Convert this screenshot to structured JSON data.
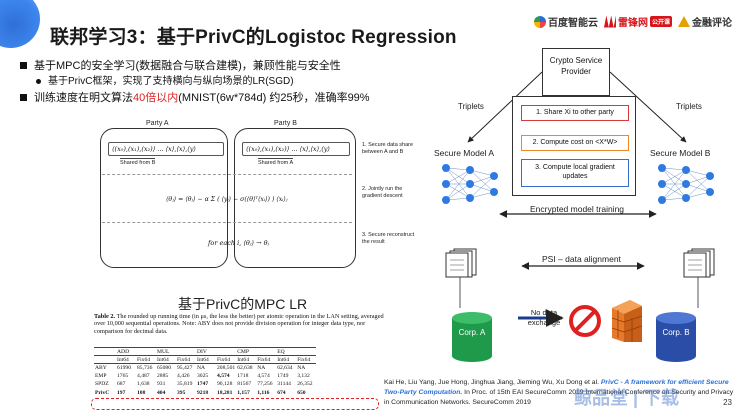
{
  "title": "联邦学习3：基于PrivC的Logistoc Regression",
  "logos": {
    "baidu": "百度智能云",
    "leifeng": "雷锋网",
    "leifeng_tag": "公开课",
    "jinrong": "金融评论"
  },
  "bullets": {
    "b1": "基于MPC的安全学习(数据融合与联合建模)，兼顾性能与安全性",
    "b2": "基于PrivC框架，实现了支持横向与纵向场景的LR(SGD)",
    "b3_pre": "训练速度在明文算法",
    "b3_red": "40倍以内",
    "b3_post": "(MNIST(6w*784d) 约25秒，准确率99%"
  },
  "party": {
    "party_a": "Party A",
    "party_b": "Party B",
    "eq1_a": "⟨(x₀),(x₁),(x₂)⟩ ... ⟨x⟩,⟨x⟩,⟨y⟩",
    "eq1_b": "⟨(x₀),(x₁),(x₂)⟩ ... ⟨x⟩,⟨x⟩,⟨y⟩",
    "shared_a": "Shared from B",
    "shared_b": "Shared from A",
    "eq2": "⟨θⱼ⟩ = ⟨θⱼ⟩ − α Σ ( ⟨yᵢ⟩ − σ(⟨θ⟩ᵀ⟨xᵢ⟩) ) ⟨xᵢ⟩ⱼ",
    "eq3": "for each i, ⟨θⱼ⟩ → θⱼ",
    "step1": "1. Secure data share between A and B",
    "step2": "2. Jointly run the gradient descent",
    "step3": "3. Secure reconstruct the result"
  },
  "mpc_subtitle": "基于PrivC的MPC LR",
  "table": {
    "caption_bold": "Table 2.",
    "caption": " The rounded up running time (in μs, the less the better) per atomic operation in the LAN setting, averaged over 10,000 sequential operations. Note: ABY does not provide division operation for integer data type, nor comparison for decimal data.",
    "groups": [
      "ADD",
      "MUL",
      "DIV",
      "CMP",
      "EQ"
    ],
    "subheads": [
      "Int64",
      "Fix64",
      "Int64",
      "Fix64",
      "Int64",
      "Fix64",
      "Int64",
      "Fix64",
      "Int64",
      "Fix64"
    ],
    "rows": [
      {
        "name": "ABY",
        "vals": [
          "61990",
          "85,736",
          "65080",
          "95,427",
          "NA",
          "208,501",
          "62,638",
          "NA",
          "62,634",
          "NA"
        ]
      },
      {
        "name": "EMP",
        "vals": [
          "1765",
          "4,487",
          "2885",
          "4,426",
          "3025",
          "4,574",
          "1718",
          "4,574",
          "1749",
          "3,132"
        ]
      },
      {
        "name": "SPDZ",
        "vals": [
          "687",
          "1,638",
          "931",
          "35,819",
          "1747",
          "90,128",
          "81567",
          "77,256",
          "31144",
          "26,352"
        ]
      },
      {
        "name": "PrivC",
        "vals": [
          "197",
          "108",
          "404",
          "395",
          "9218",
          "18,281",
          "1,157",
          "1,116",
          "674",
          "650"
        ]
      }
    ]
  },
  "right": {
    "csp": "Crypto Service Provider",
    "steps": [
      "1. Share Xi to other party",
      "2. Compute cost on <X*W>",
      "3. Compute local gradient updates"
    ],
    "triplets_left": "Triplets",
    "triplets_right": "Triplets",
    "model_a": "Secure Model A",
    "model_b": "Secure Model B",
    "enc_training": "Encrypted model training",
    "psi": "PSI – data alignment",
    "no_data": "No data exchange",
    "corp_a": "Corp. A",
    "corp_b": "Corp. B",
    "colors": {
      "green": "#1f9a4a",
      "blue": "#2a4ea8",
      "step1": "#d63a3a",
      "step2": "#e88a2a",
      "step3": "#3a6fc8",
      "prohibit": "#e02020",
      "wall": "#e77a2a"
    }
  },
  "citation": {
    "authors": "Kai He, Liu Yang, Jue Hong, Jinghua Jiang, Jieming Wu, Xu Dong et al. ",
    "link": "PrivC - A framework for efficient Secure Two-Party Computation.",
    "rest": " In Proc. of 15th EAI SecureComm 2019 International Conference on Security and Privacy in Communication Networks. SecureComm 2019"
  },
  "page_number": "23",
  "watermark": "鲸品堂 | 下载"
}
